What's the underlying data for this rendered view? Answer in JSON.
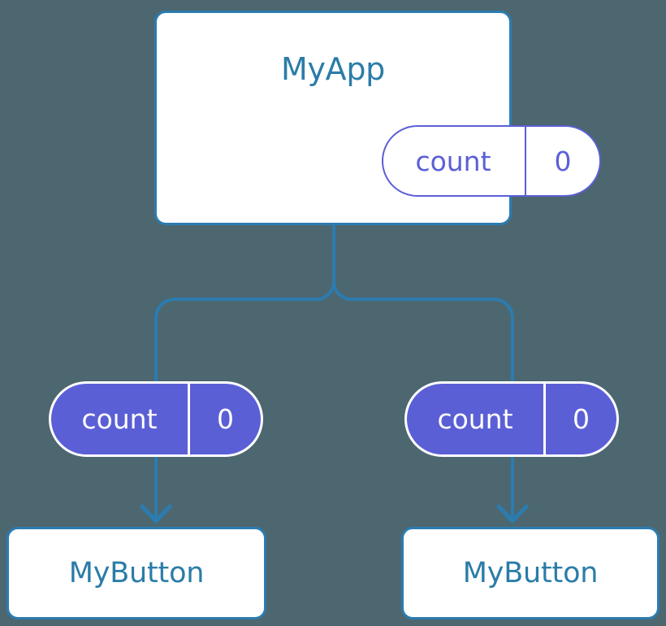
{
  "diagram": {
    "title_node": "MyApp",
    "background_color": "#4d6770",
    "box_border_color": "#2b7cb0",
    "box_text_color": "#2b7ca8",
    "pill_color": "#5b5fd6",
    "pill_text_color": "#ffffff",
    "connector_color": "#2b7cb0",
    "root": {
      "label": "MyApp",
      "state": {
        "key": "count",
        "value": "0"
      }
    },
    "children": [
      {
        "state": {
          "key": "count",
          "value": "0"
        },
        "label": "MyButton"
      },
      {
        "state": {
          "key": "count",
          "value": "0"
        },
        "label": "MyButton"
      }
    ]
  }
}
